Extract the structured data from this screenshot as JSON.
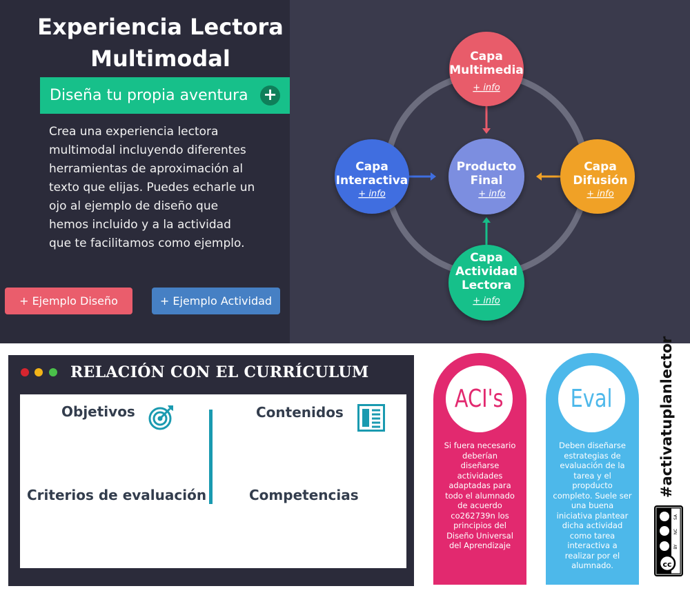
{
  "header": {
    "title": "Experiencia Lectora Multimodal",
    "design_bar": "Diseña tu propia aventura",
    "plus": "+"
  },
  "intro": "Crea una experiencia lectora multimodal incluyendo diferentes herramientas de aproximación al texto que elijas. Puedes echarle un ojo al ejemplo de diseño que hemos incluido y a la actividad que te facilitamos como ejemplo.",
  "buttons": {
    "design_example": "+ Ejemplo Diseño",
    "activity_example": "+ Ejemplo Actividad"
  },
  "diagram": {
    "info_label": "+ info",
    "nodes": {
      "multimedia": {
        "line1": "Capa",
        "line2": "Multimedia",
        "color": "#e85b6b"
      },
      "interactiva": {
        "line1": "Capa",
        "line2": "Interactiva",
        "color": "#3f6ee0"
      },
      "producto": {
        "line1": "Producto",
        "line2": "Final",
        "color": "#7b8ee0"
      },
      "difusion": {
        "line1": "Capa",
        "line2": "Difusión",
        "color": "#f0a127"
      },
      "actividad": {
        "line1": "Capa",
        "line2": "Actividad",
        "line3": "Lectora",
        "color": "#17c08a"
      }
    }
  },
  "curriculum": {
    "title": "RELACIÓN CON EL CURRÍCULUM",
    "objetivos": "Objetivos",
    "contenidos": "Contenidos",
    "criterios": "Criterios de evaluación",
    "competencias": "Competencias",
    "dot_colors": [
      "#d6252f",
      "#f2b418",
      "#4ac04a"
    ]
  },
  "aci": {
    "label": "ACI's",
    "text": "Si fuera necesario deberían diseñarse actividades adaptadas para todo el alumnado de acuerdo co262739n los principios del Diseño Universal del Aprendizaje"
  },
  "eval": {
    "label": "Eval",
    "text": "Deben diseñarse estrategias de evaluación de la tarea y el propducto completo. Suele ser una buena iniciativa plantear dicha actividad como tarea interactiva a realizar por el alumnado."
  },
  "hashtag": "#activatuplanlector",
  "license": {
    "by": "BY",
    "nc": "NC",
    "sa": "SA"
  }
}
